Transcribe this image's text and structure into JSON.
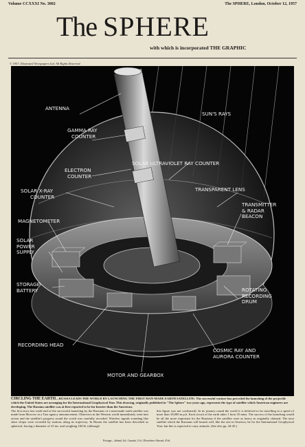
{
  "topline": {
    "left": "Volume CCXXXI  No. 3002",
    "right": "The SPHERE, London, October 12, 1957"
  },
  "masthead": {
    "the": "The",
    "title": "SPHERE",
    "subtitle": "with which is incorporated THE GRAPHIC"
  },
  "copyright": "© 1957, Illustrated Newspapers Ltd.  All Rights Reserved.",
  "labels": {
    "antenna": "Antenna",
    "suns_rays": "Sun's rays",
    "gamma_1": "Gamma ray",
    "gamma_2": "counter",
    "electron_1": "Electron",
    "electron_2": "counter",
    "solar_uv": "Solar ultraviolet ray counter",
    "solar_xray_1": "Solar X-ray",
    "solar_xray_2": "counter",
    "transparent_lens": "Transparent lens",
    "transmitter_1": "Transmitter",
    "transmitter_2": "& radar",
    "transmitter_3": "beacon",
    "magnetometer": "Magnetometer",
    "solar_power_1": "Solar",
    "solar_power_2": "power",
    "solar_power_3": "supply",
    "storage_1": "Storage",
    "storage_2": "battery",
    "rotating_1": "Rotating",
    "rotating_2": "recording",
    "rotating_3": "drum",
    "recording_head": "Recording head",
    "cosmic_1": "Cosmic ray and",
    "cosmic_2": "aurora counter",
    "motor": "Motor and gearbox"
  },
  "caption": {
    "lead_title": "CIRCLING THE EARTH",
    "lead_text": "—RUSSIA LEADS THE WORLD BY LAUNCHING THE FIRST MAN-MADE EARTH SATELLITE: The successful venture has preceded the launching of the projectile which the United States are arranging for the International Geophysical Year. This drawing, originally published in \"The Sphere\" two years ago, represents the type of satellite which American engineers are developing. The Russian satellite was at first reported to be far heavier than the American.",
    "col1": "The first news last week-end of the successful launching by the Russians of a man-made earth satellite was made from Moscow in a Tass agency announcement. Observers in the Western world immediately went into action and the satellite's progress round the world was carefully recorded. Wireless signals sounding like short chirps were recorded by stations along its trajectory. In Russia the satellite has been described as spherical, having a diameter of 23 ins. and weighing 184 lb. (although",
    "col2": "this figure was not confirmed). In its journey round the world it is believed to be travelling at a speed of more than 18,000 m.p.h. Each circuit of the earth takes 1 hour 35 mins. The success of the launching would be all the more important for the Russians if the satellite were as heavy as originally claimed. The next satellite which the Russians will launch will, like the one in America, be for the International Geophysical Year, but this is expected to carry animals. (See also pp. 44-45.)"
  },
  "footer": "Postage—Inland, 4d.; Canada, 11d.; Elsewhere Abroad, 4½d."
}
